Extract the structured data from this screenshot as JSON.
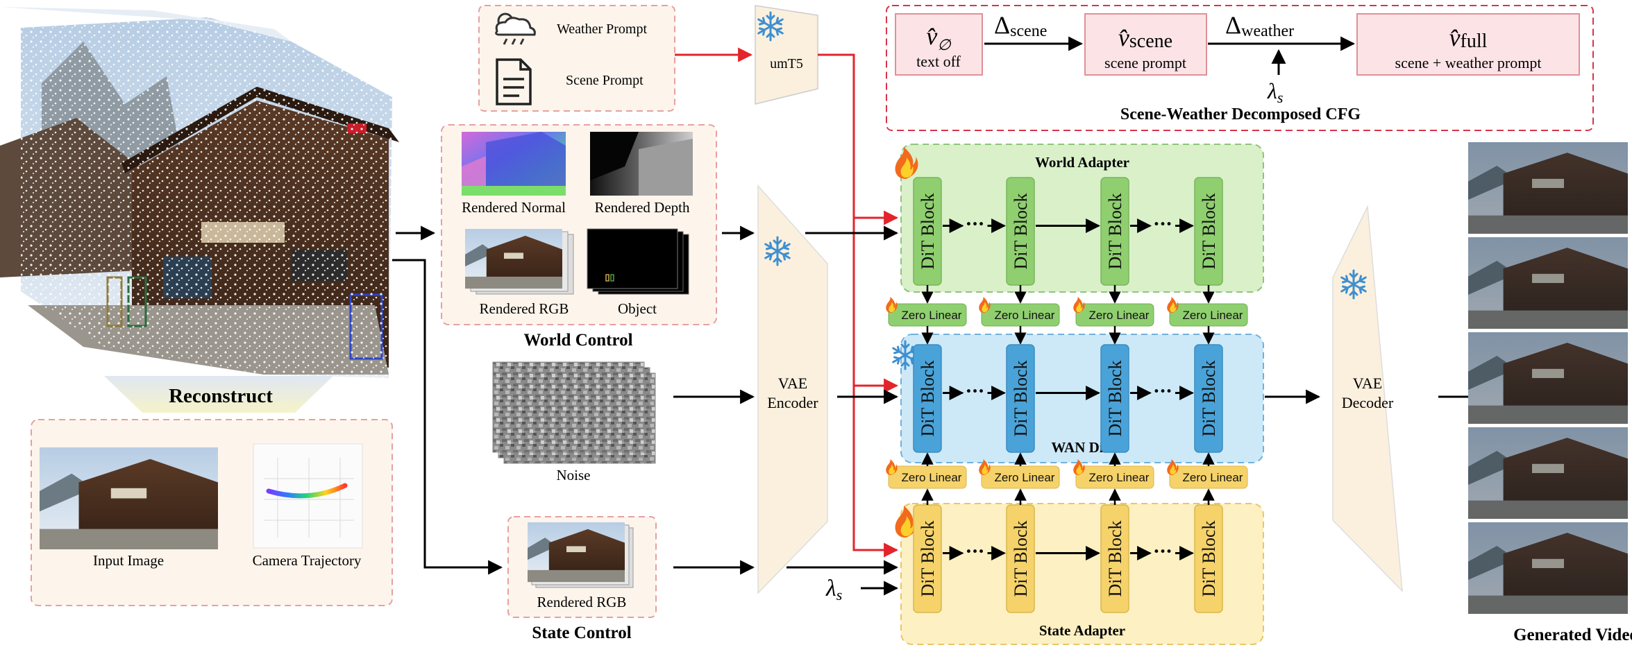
{
  "cfg": {
    "title": "Scene-Weather Decomposed CFG",
    "v_empty": {
      "symbol": "v̂",
      "subscript": "∅",
      "caption": "text off"
    },
    "v_scene": {
      "symbol": "v̂",
      "subscript": "scene",
      "caption": "scene prompt"
    },
    "v_full": {
      "symbol": "v̂",
      "subscript": "full",
      "caption": "scene + weather prompt"
    },
    "delta_scene": {
      "symbol": "Δ",
      "subscript": "scene"
    },
    "delta_weather": {
      "symbol": "Δ",
      "subscript": "weather"
    },
    "lambda": {
      "symbol": "λ",
      "subscript": "s"
    }
  },
  "prompts": {
    "weather": "Weather Prompt",
    "scene": "Scene Prompt"
  },
  "text_encoder": {
    "label": "umT5"
  },
  "reconstruct": {
    "label": "Reconstruct"
  },
  "inputs": {
    "input_image": "Input Image",
    "camera_trajectory": "Camera Trajectory"
  },
  "world_control": {
    "title": "World Control",
    "normal": "Rendered Normal",
    "depth": "Rendered Depth",
    "rgb": "Rendered RGB",
    "object": "Object"
  },
  "noise": {
    "label": "Noise"
  },
  "state_control": {
    "title": "State Control",
    "rgb": "Rendered RGB"
  },
  "vae_encoder": {
    "line1": "VAE",
    "line2": "Encoder"
  },
  "vae_decoder": {
    "line1": "VAE",
    "line2": "Decoder"
  },
  "world_adapter": {
    "title": "World Adapter"
  },
  "wan_dit": {
    "title": "WAN DiT"
  },
  "state_adapter": {
    "title": "State Adapter"
  },
  "dit_block": {
    "label": "DiT Block"
  },
  "zero_linear": {
    "label": "Zero Linear"
  },
  "dots": "···",
  "state_lambda": {
    "symbol": "λ",
    "subscript": "s"
  },
  "output": {
    "label": "Generated Video"
  },
  "colors": {
    "red_arrow": "#e3242b",
    "cfg_fill": "#fce4e6",
    "cfg_border": "#d6344a",
    "world_fill": "#d9f0c9",
    "world_block": "#8fcf6f",
    "dit_fill": "#cde9f7",
    "dit_block": "#4aa3d8",
    "state_fill": "#fdf0c2",
    "state_block": "#f6d36a",
    "panel_fill": "#fdf5ec",
    "panel_border": "#e6a0a0",
    "vae_fill": "#fbf0de"
  }
}
